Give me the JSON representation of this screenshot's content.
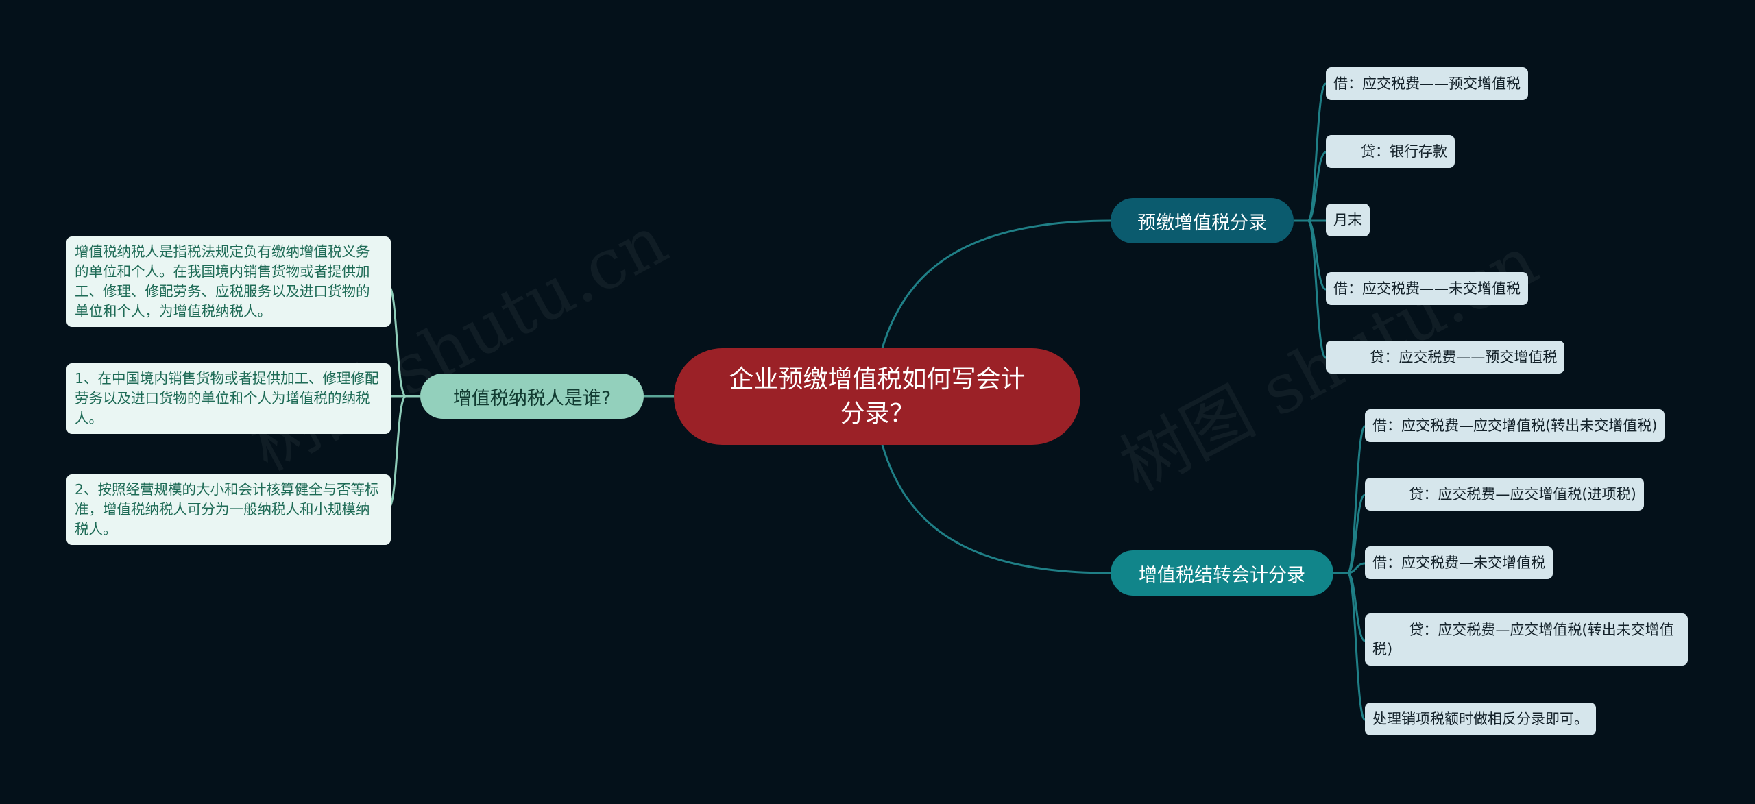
{
  "root": {
    "title": "企业预缴增值税如何写会计分录？"
  },
  "branches": [
    {
      "label": "预缴增值税分录",
      "leaves": [
        "借：应交税费——预交增值税",
        "      贷：银行存款",
        "月末",
        "借：应交税费——未交增值税",
        "        贷：应交税费——预交增值税"
      ]
    },
    {
      "label": "增值税结转会计分录",
      "leaves": [
        "借：应交税费—应交增值税(转出未交增值税)",
        "        贷：应交税费—应交增值税(进项税)",
        "借：应交税费—未交增值税",
        "        贷：应交税费—应交增值税(转出未交增值税)",
        "处理销项税额时做相反分录即可。"
      ]
    },
    {
      "label": "增值税纳税人是谁?",
      "leaves": [
        "增值税纳税人是指税法规定负有缴纳增值税义务的单位和个人。在我国境内销售货物或者提供加工、修理、修配劳务、应税服务以及进口货物的单位和个人，为增值税纳税人。",
        "1、在中国境内销售货物或者提供加工、修理修配劳务以及进口货物的单位和个人为增值税的纳税人。",
        "2、按照经营规模的大小和会计核算健全与否等标准，增值税纳税人可分为一般纳税人和小规模纳税人。"
      ]
    }
  ],
  "watermarks": [
    "树图 shutu.cn",
    "树图 shutu.cn"
  ],
  "colors": {
    "background": "#04111a",
    "root": "#9b2127",
    "branch1": "#0b5b6e",
    "branch2": "#11858a",
    "branch3": "#93d0bc",
    "edge": "#1f7f86"
  }
}
